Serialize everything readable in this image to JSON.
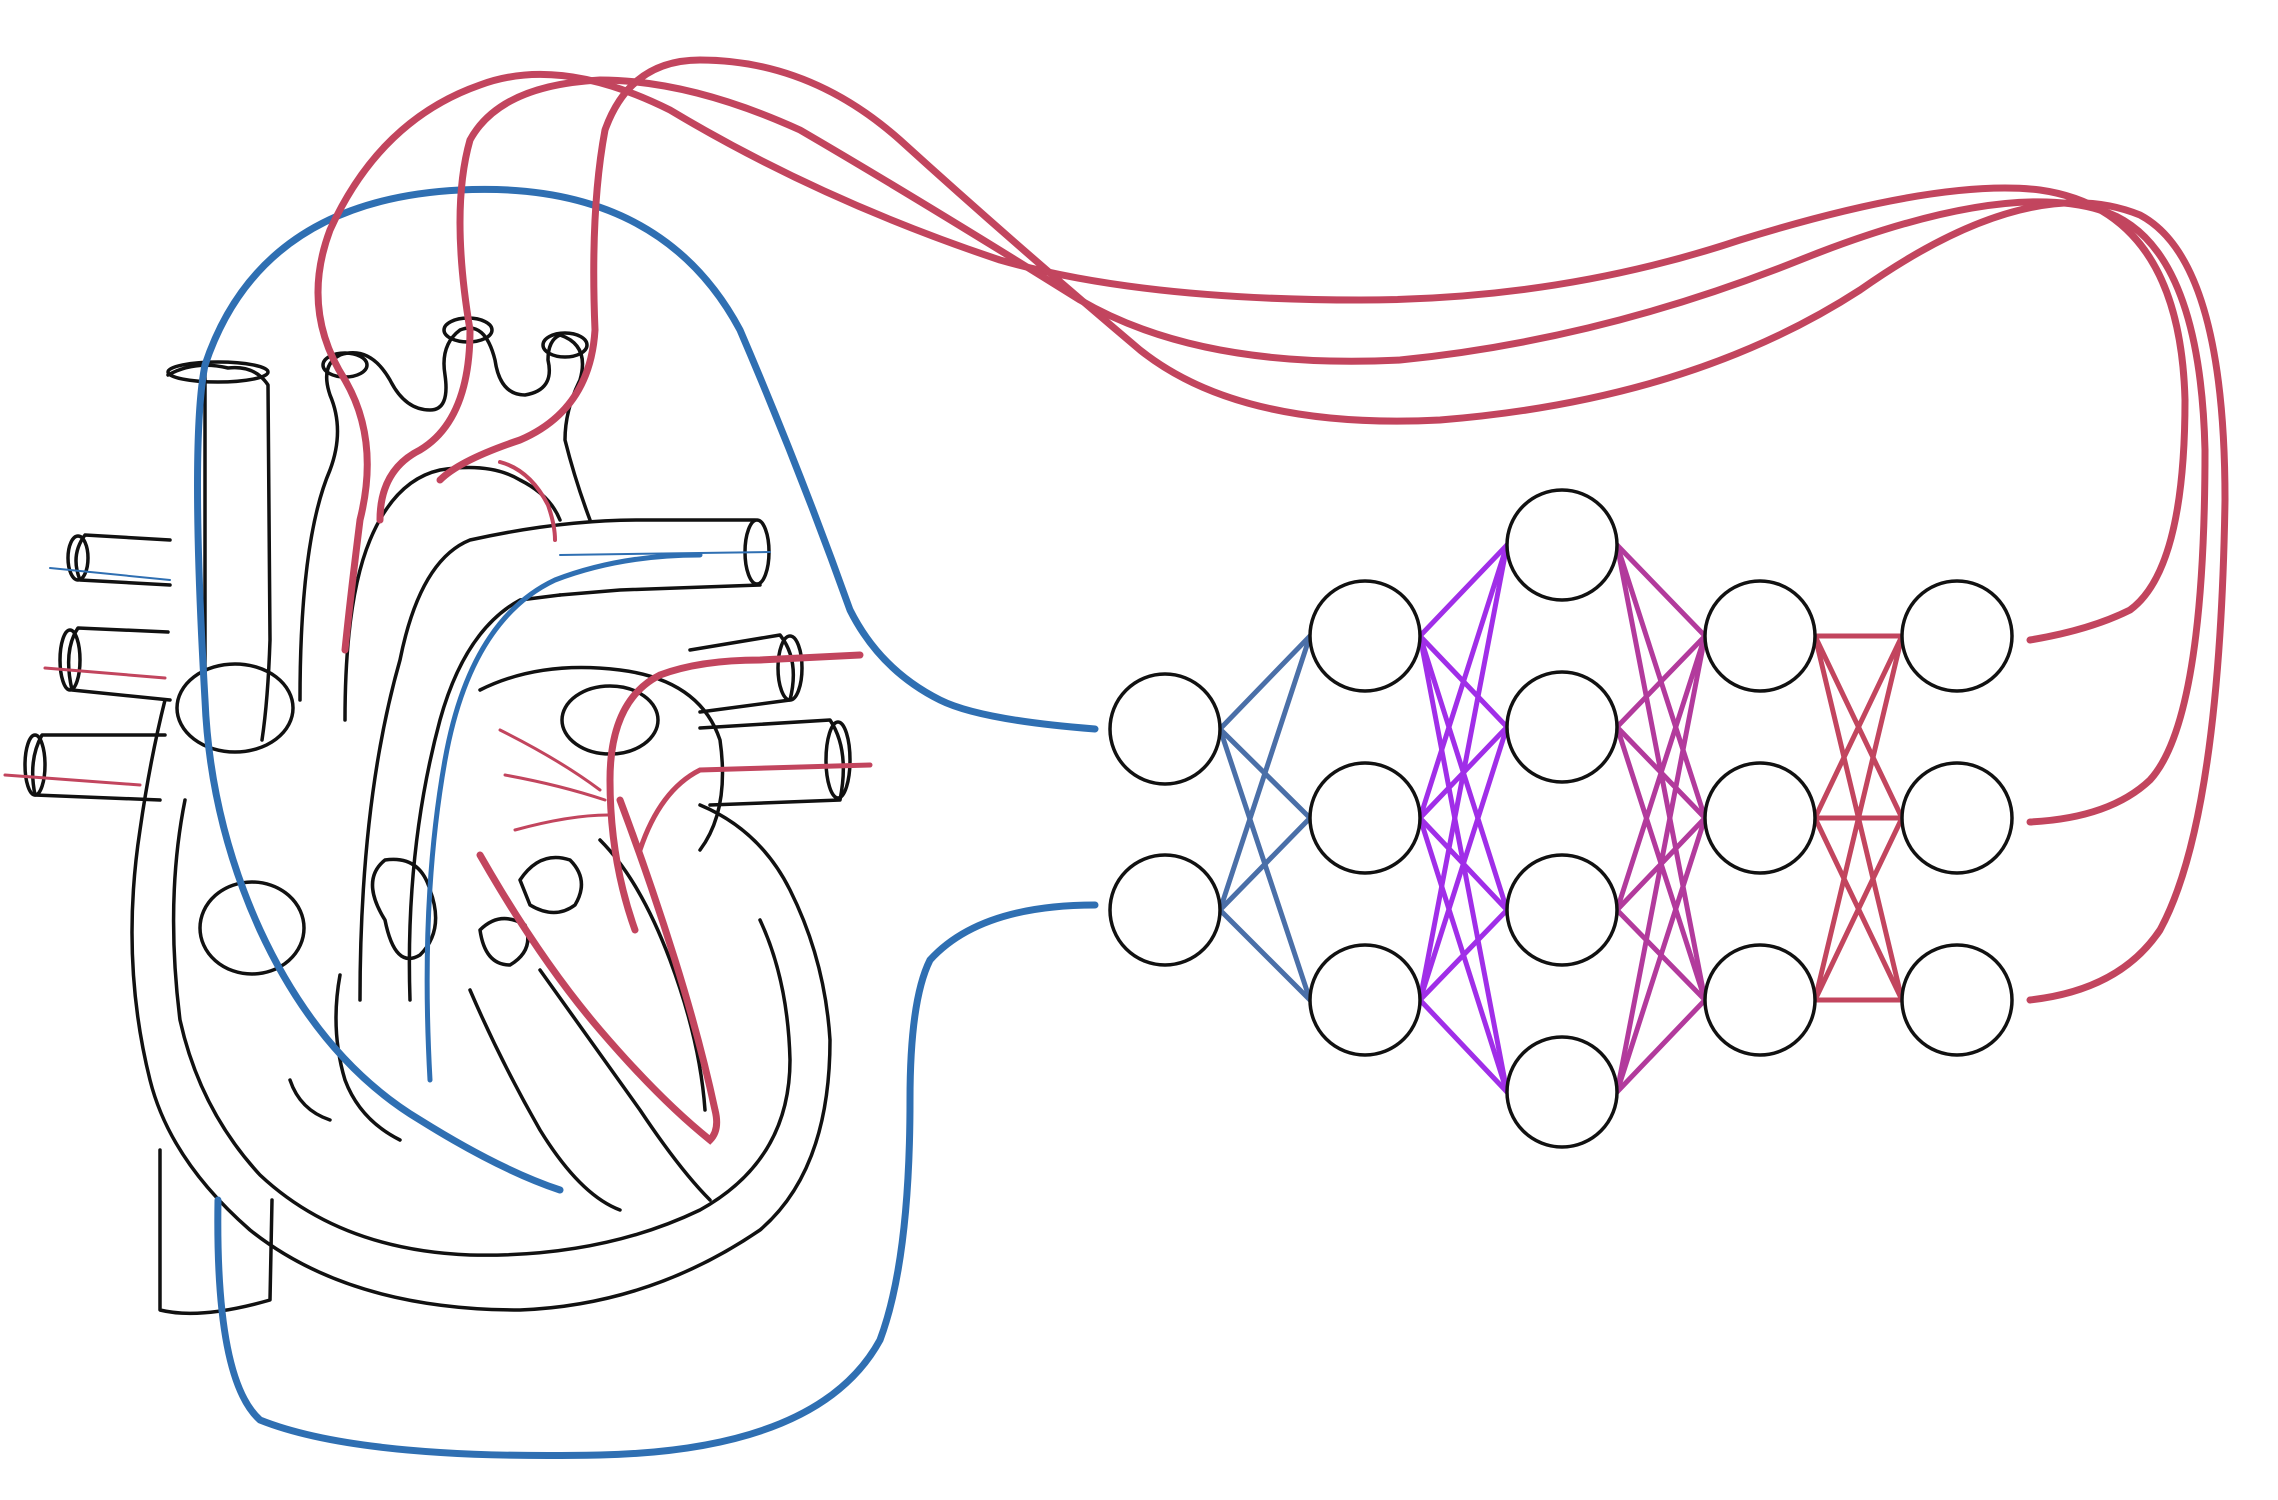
{
  "diagram": {
    "colors": {
      "background": "#ffffff",
      "outline": "#111111",
      "blue": "#2f6fb2",
      "blue_light": "#4a6fa8",
      "red": "#c2455e",
      "purple": "#a02ee8",
      "violet": "#6b4fd0",
      "magenta": "#b23a9c"
    },
    "heart": {
      "description_icon": "heart-anatomy-icon"
    },
    "network": {
      "layers": [
        2,
        3,
        4,
        3,
        3
      ],
      "edge_colors": [
        "#4a6fa8",
        "#a02ee8",
        "#b23a9c",
        "#c2455e"
      ]
    }
  }
}
